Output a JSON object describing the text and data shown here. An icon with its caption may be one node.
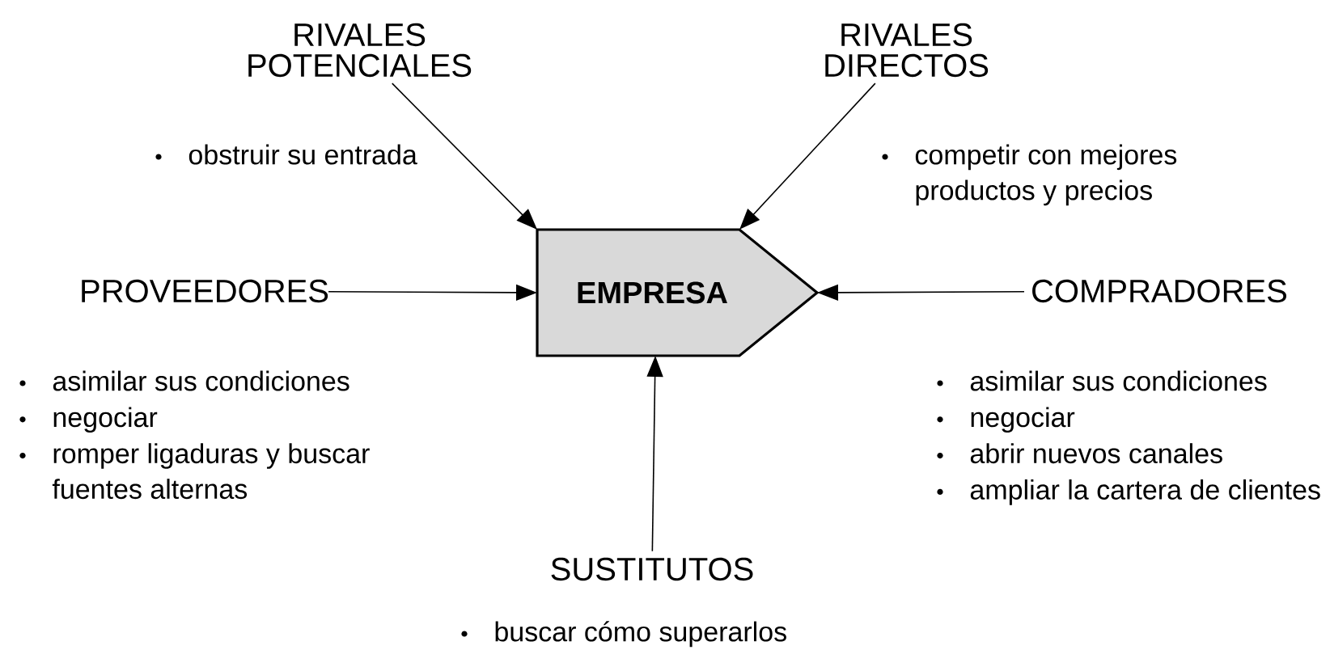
{
  "diagram": {
    "nodes": [
      {
        "text": [
          "EMPRESA"
        ]
      },
      {
        "text": [
          "RIVALES POTENCIALES"
        ],
        "beside": [
          "obstruir su entrada"
        ]
      },
      {
        "text": [
          "RIVALES DIRECTOS"
        ],
        "beside": [
          "competir con mejores productos y precios"
        ]
      },
      {
        "text": [
          "PROVEEDORES"
        ],
        "beside": [
          "asimilar sus condiciones",
          "negociar",
          "romper ligaduras y buscar fuentes alternas"
        ]
      },
      {
        "text": [
          "COMPRADORES"
        ],
        "beside": [
          "asimilar sus condiciones",
          "negociar",
          "abrir nuevos canales",
          "ampliar la cartera de clientes"
        ]
      },
      {
        "text": [
          "SUSTITUTOS"
        ],
        "beside": [
          "buscar cómo superarlos"
        ]
      }
    ],
    "edges": [
      {
        "from": 1,
        "to": 0,
        "arrow": "to"
      },
      {
        "from": 2,
        "to": 0,
        "arrow": "to"
      },
      {
        "from": 3,
        "to": 0,
        "arrow": "to"
      },
      {
        "from": 4,
        "to": 0,
        "arrow": "to"
      },
      {
        "from": 5,
        "to": 0,
        "arrow": "to"
      }
    ]
  }
}
